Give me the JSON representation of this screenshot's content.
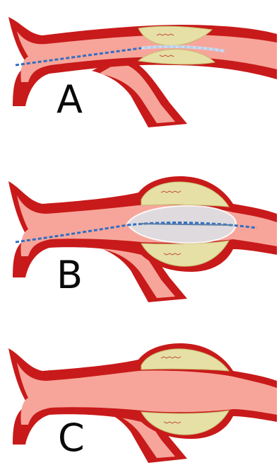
{
  "panels": [
    {
      "label": "A"
    },
    {
      "label": "B"
    },
    {
      "label": "C"
    }
  ],
  "colors": {
    "vessel_wall": "#c81a1a",
    "vessel_wall_dark": "#9e0f0f",
    "lumen": "#f7a59a",
    "plaque": "#e6e0a6",
    "plaque_edge": "#c7bd70",
    "wire_blue": "#2f6fc4",
    "balloon": "#dcdfe3",
    "background": "#ffffff"
  },
  "icons": [
    "artery-wall",
    "atherosclerotic-plaque",
    "guide-wire",
    "balloon-catheter"
  ]
}
